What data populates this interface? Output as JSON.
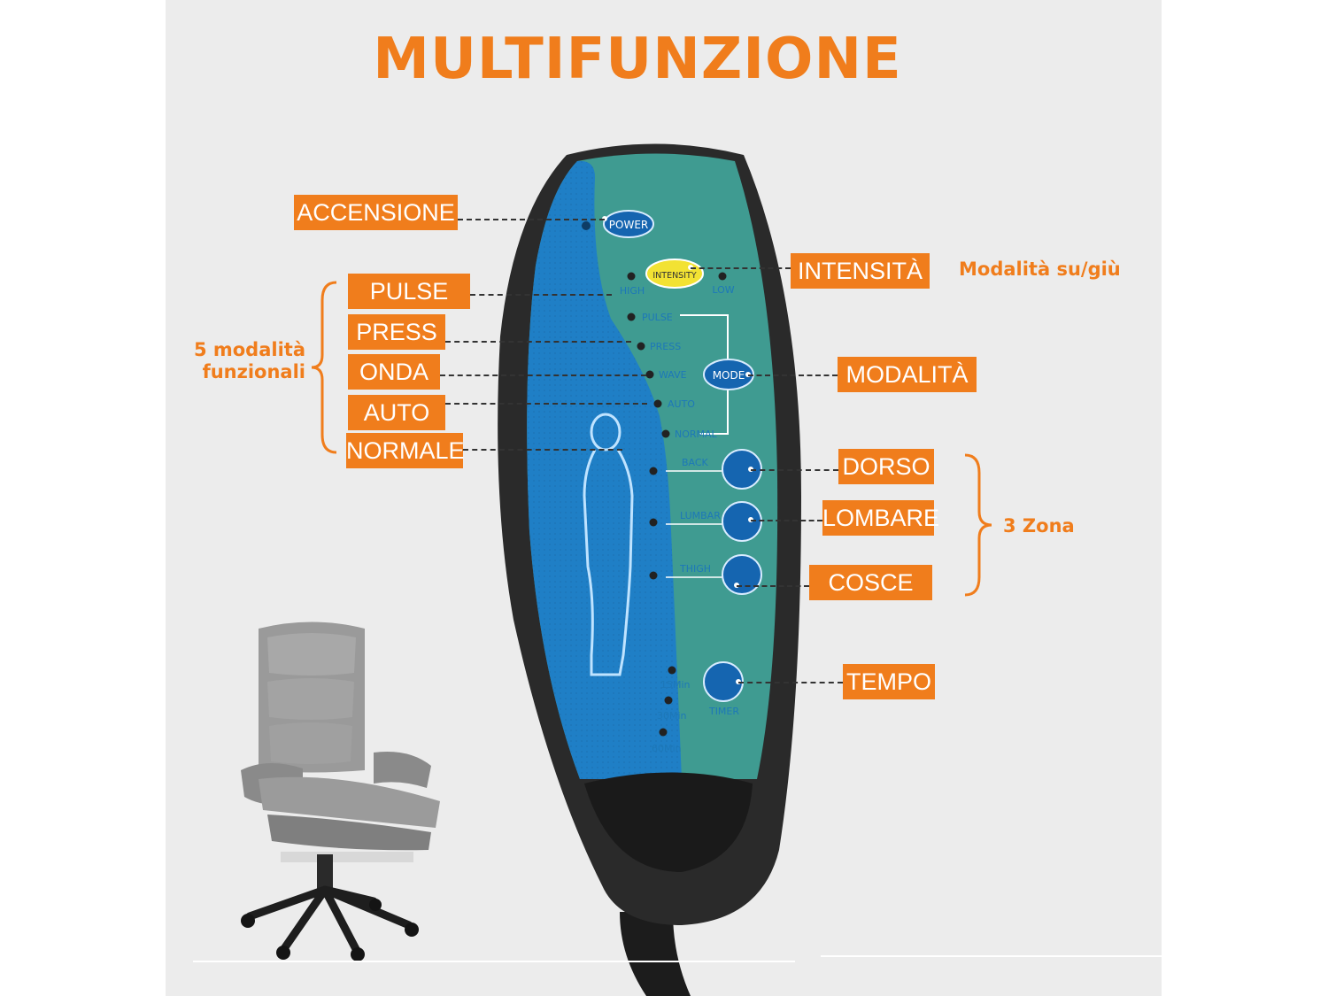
{
  "title": "MULTIFUNZIONE",
  "callouts": {
    "accensione": "ACCENSIONE",
    "intensita": "INTENSITÀ",
    "intensita_note": "Modalità su/giù",
    "modalita": "MODALITÀ",
    "modes": [
      "PULSE",
      "PRESS",
      "ONDA",
      "AUTO",
      "NORMALE"
    ],
    "modes_note": [
      "5 modalità",
      "funzionali"
    ],
    "zones": [
      "DORSO",
      "LOMBARE",
      "COSCE"
    ],
    "zones_note": "3 Zona",
    "tempo": "TEMPO"
  },
  "remote": {
    "power": "POWER",
    "intensity": "INTENSITY",
    "high": "HIGH",
    "low": "LOW",
    "mode": "MODE",
    "mode_list": [
      "PULSE",
      "PRESS",
      "WAVE",
      "AUTO",
      "NORMAL"
    ],
    "zones": [
      "BACK",
      "LUMBAR",
      "THIGH"
    ],
    "timer": "TIMER",
    "timer_options": [
      "15Min",
      "30Min",
      "60Min"
    ]
  },
  "colors": {
    "accent": "#f07d1c",
    "remote_teal": "#3f9b91",
    "remote_blue": "#1f7fc6",
    "button_yellow": "#f2e233"
  },
  "icons": {
    "person": "person-silhouette-icon",
    "chair": "office-chair-image"
  }
}
